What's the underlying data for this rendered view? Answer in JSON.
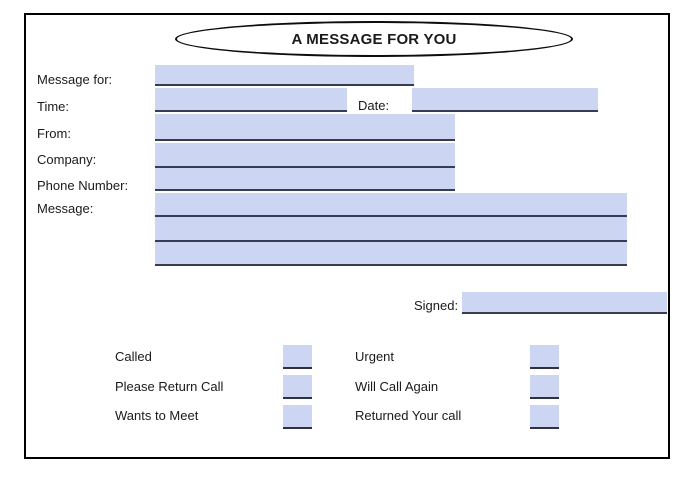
{
  "form": {
    "title": "A MESSAGE FOR YOU",
    "labels": {
      "message_for": "Message for:",
      "time": "Time:",
      "date": "Date:",
      "from": "From:",
      "company": "Company:",
      "phone_number": "Phone Number:",
      "message": "Message:",
      "signed": "Signed:"
    },
    "values": {
      "message_for": "",
      "time": "",
      "date": "",
      "from": "",
      "company": "",
      "phone_number": "",
      "message_line_1": "",
      "message_line_2": "",
      "message_line_3": "",
      "signed": ""
    },
    "checkbox_section": {
      "left_column": [
        {
          "label": "Called",
          "checked": false
        },
        {
          "label": "Please Return Call",
          "checked": false
        },
        {
          "label": "Wants to Meet",
          "checked": false
        }
      ],
      "right_column": [
        {
          "label": "Urgent",
          "checked": false
        },
        {
          "label": "Will Call Again",
          "checked": false
        },
        {
          "label": "Returned Your call",
          "checked": false
        }
      ]
    },
    "colors": {
      "field_fill": "#ccd5f1",
      "field_underline": "#373c52",
      "border_color": "#000000",
      "text_color": "#1a1a1a"
    }
  }
}
